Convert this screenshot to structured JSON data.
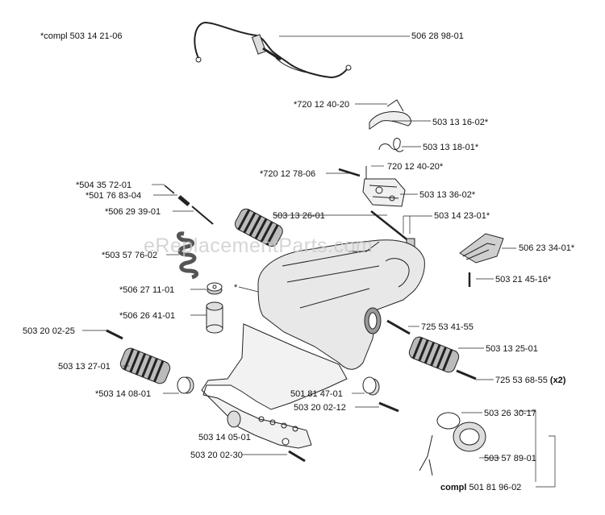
{
  "watermark": "eReplacementParts.com",
  "labels": {
    "compl_top": "*compl 503 14 21-06",
    "p506_28_98_01": "506 28 98-01",
    "p720_12_40_20a": "*720 12 40-20",
    "p503_13_16_02": "503 13 16-02*",
    "p503_13_18_01": "503 13 18-01*",
    "p720_12_40_20b": "720 12 40-20*",
    "p720_12_78_06": "*720 12 78-06",
    "p503_13_36_02": "503 13 36-02*",
    "p504_35_72_01": "*504 35 72-01",
    "p501_76_83_04": "*501 76 83-04",
    "p506_29_39_01": "*506 29 39-01",
    "p503_13_26_01": "503 13 26-01",
    "p503_14_23_01": "503 14 23-01*",
    "p506_23_34_01": "506 23 34-01*",
    "p503_57_76_02": "*503 57 76-02",
    "p503_21_45_16": "503 21 45-16*",
    "p506_27_11_01": "*506 27 11-01",
    "star": "*",
    "p506_26_41_01": "*506 26 41-01",
    "p503_20_02_25": "503 20 02-25",
    "p725_53_41_55": "725 53 41-55",
    "p503_13_25_01": "503 13 25-01",
    "p503_13_27_01": "503 13 27-01",
    "p725_53_68_55": "725 53 68-55",
    "x2": "(x2)",
    "p503_14_08_01": "*503 14 08-01",
    "p501_81_47_01": "501 81 47-01",
    "p503_20_02_12": "503 20 02-12",
    "p503_26_30_17": "503 26 30-17",
    "p503_14_05_01": "503 14 05-01",
    "p503_57_89_01": "503 57 89-01",
    "p503_20_02_30": "503 20 02-30",
    "compl_bottom_prefix": "compl",
    "compl_bottom_num": "501 81 96-02"
  }
}
